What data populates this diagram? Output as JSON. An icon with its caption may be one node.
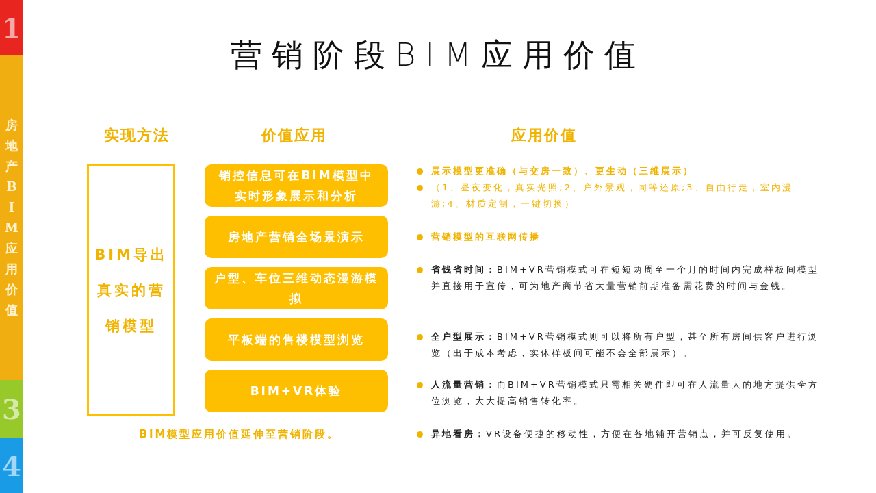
{
  "diagram": {
    "title": "营销阶段BIM应用价值",
    "nodes": [
      {
        "text": [
          "BIM导出真实的营销模型"
        ]
      },
      {
        "text": [
          "销控信息可在BIM模型中实时形象展示和分析"
        ]
      },
      {
        "text": [
          "房地产营销全场景演示"
        ]
      },
      {
        "text": [
          "户型、车位三维动态漫游模拟"
        ]
      },
      {
        "text": [
          "平板端的售楼模型浏览"
        ]
      },
      {
        "text": [
          "BIM+VR体验"
        ]
      }
    ],
    "edges": [],
    "labels": [
      "1",
      "房地产BIM应用价值",
      "3",
      "4",
      "实现方法",
      "价值应用",
      "应用价值",
      "展示模型更准确（与交房一致）、更生动（三维展示）",
      "（1、昼夜变化，真实光照;2、户外景观，同等还原;3、自由行走，室内漫游;4、材质定制，一键切换）",
      "营销模型的互联网传播",
      "**省钱省时间：**BIM+VR营销模式可在短短两周至一个月的时间内完成样板间模型并直接用于宣传，可为地产商节省大量营销前期准备需花费的时间与金钱。",
      "**全户型展示：**BIM+VR营销模式则可以将所有户型，甚至所有房间供客户进行浏览（出于成本考虑，实体样板间可能不会全部展示）。",
      "**人流量营销：**而BIM+VR营销模式只需相关硬件即可在人流量大的地方提供全方位浏览，大大提高销售转化率。",
      "**异地看房：**VR设备便捷的移动性，方便在各地铺开营销点，并可反复使用。",
      "BIM模型应用价值延伸至营销阶段。"
    ]
  }
}
